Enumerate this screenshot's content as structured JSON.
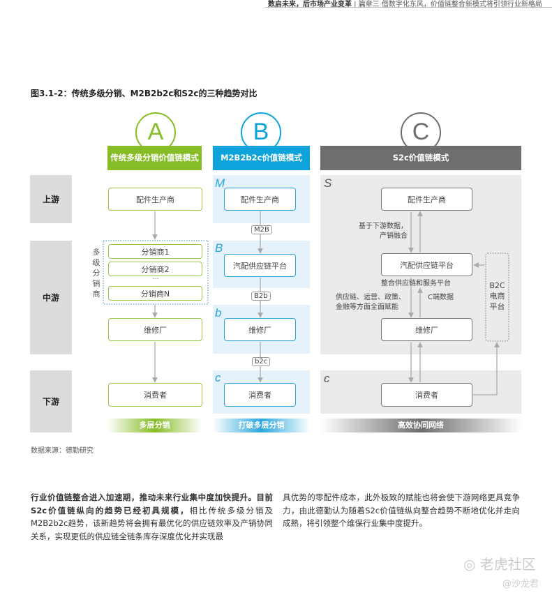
{
  "header": {
    "section": "数启未来，后市场产业变革",
    "chapter": "篇章三 借数字化东风，价值链整合新模式将引领行业新格局"
  },
  "figure": {
    "title": "图3.1-2：传统多级分销、M2B2b2c和S2c的三种趋势对比",
    "rows": [
      "上游",
      "中游",
      "下游"
    ],
    "columns": [
      {
        "letter": "A",
        "header": "传统多级分销价值链模式",
        "footer": "多层分销",
        "color": "#86bc25",
        "boxes": [
          "配件生产商",
          "分销商1",
          "分销商2",
          "…",
          "分销商N",
          "维修厂",
          "消费者"
        ],
        "side_label": [
          "多",
          "级",
          "分",
          "销",
          "商"
        ]
      },
      {
        "letter": "B",
        "header": "M2B2b2c价值链模式",
        "footer": "打破多层分销",
        "color": "#0fa3dc",
        "markers": [
          "M",
          "B",
          "b",
          "c"
        ],
        "boxes": [
          "配件生产商",
          "汽配供应链平台",
          "维修厂",
          "消费者"
        ],
        "links": [
          "M2B",
          "B2b",
          "b2c"
        ]
      },
      {
        "letter": "C",
        "header": "S2c价值链模式",
        "footer": "高效协同网络",
        "color": "#6d6e70",
        "markers": [
          "S",
          "c"
        ],
        "boxes": [
          "配件生产商",
          "汽配供应链平台",
          "维修厂",
          "消费者"
        ],
        "notes": {
          "upstream": [
            "基于下游数据，",
            "产销融合"
          ],
          "platform": "整合供应链和服务平台",
          "enable": [
            "供应链、运营、政策、",
            "金融等方面全面赋能"
          ],
          "cdata": "C端数据"
        },
        "b2c": [
          "B2C",
          "电商",
          "平台"
        ]
      }
    ],
    "source": "数据来源：德勤研究"
  },
  "body": {
    "left_bold1": "行业价值链整合进入加速期，推动未来行业集中度加快提升。",
    "left_bold2": "目前S2c价值链纵向的趋势已经初具规模，",
    "left_text": "相比传统多级分销及M2B2b2c趋势，该新趋势将会拥有最优化的供应链效率及产销协同关系，实现更低的供应链全链条库存深度优化并实现最",
    "right_text": "具优势的零配件成本，此外极致的赋能也将会使下游网络更具竞争力，由此德勤认为随着S2c价值链纵向整合趋势不断地优化并走向成熟，将引领整个维保行业集中度提升。"
  },
  "watermark": {
    "brand": "老虎社区",
    "user": "@沙龙君"
  }
}
